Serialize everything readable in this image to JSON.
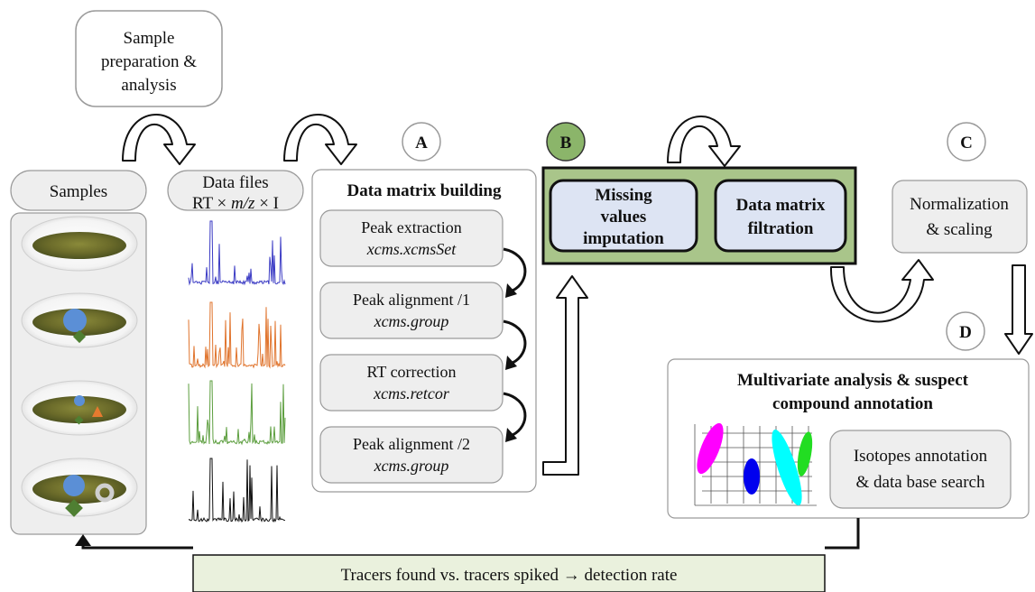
{
  "sample_prep": {
    "line1": "Sample",
    "line2": "preparation &",
    "line3": "analysis"
  },
  "samples": {
    "label": "Samples"
  },
  "data_files": {
    "line1": "Data files",
    "line2_prefix": "RT × ",
    "line2_var": "m/z",
    "line2_suffix": " × I"
  },
  "circles": {
    "a": "A",
    "b": "B",
    "c": "C",
    "d": "D"
  },
  "matrix_building": {
    "title": "Data matrix building",
    "steps": [
      {
        "name": "Peak extraction",
        "fn": "xcms.xcmsSet"
      },
      {
        "name": "Peak alignment /1",
        "fn": "xcms.group"
      },
      {
        "name": "RT correction",
        "fn": "xcms.retcor"
      },
      {
        "name": "Peak alignment /2",
        "fn": "xcms.group"
      }
    ]
  },
  "panel_b": {
    "missing": {
      "line1": "Missing",
      "line2": "values",
      "line3": "imputation"
    },
    "filtration": {
      "line1": "Data matrix",
      "line2": "filtration"
    }
  },
  "normalization": {
    "line1": "Normalization",
    "line2": "& scaling"
  },
  "multivariate": {
    "title_line1": "Multivariate analysis & suspect",
    "title_line2": "compound annotation",
    "isotopes_line1": "Isotopes annotation",
    "isotopes_line2": "& data base search"
  },
  "footer": {
    "text": "Tracers found vs. tracers spiked → detection rate"
  },
  "colors": {
    "box_grey": "#eeeeee",
    "panel_green": "#a9c58a",
    "circle_b_green": "#8bb56a",
    "inner_blue": "#dde4f3",
    "footer_green": "#eaf1dd",
    "spectrum_1": "#3b3bc4",
    "spectrum_2": "#e0742d",
    "spectrum_3": "#5c9e3e",
    "spectrum_4": "#111111",
    "tracer_blue": "#5b8fd6",
    "tracer_green": "#4f7f32",
    "tracer_orange": "#e57a2f"
  }
}
